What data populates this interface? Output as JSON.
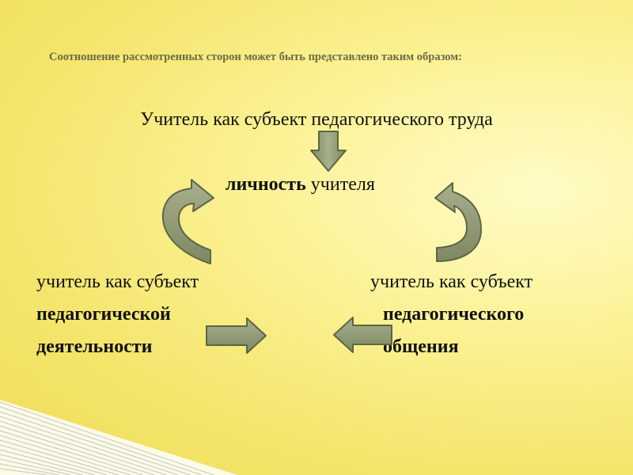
{
  "slide": {
    "heading": "Соотношение рассмотренных сторон может быть представлено таким образом:",
    "center_title": "Учитель как субъект педагогического труда",
    "personality_bold": "личность",
    "personality_rest": " учителя",
    "left_block": {
      "line1": "учитель как субъект",
      "line2": "педагогической",
      "line3": "деятельности"
    },
    "right_block": {
      "line1": "учитель как субъект",
      "line2": "педагогического",
      "line3": "общения"
    }
  },
  "colors": {
    "arrow_fill": "#8f9a74",
    "arrow_stroke": "#5d6547",
    "heading": "#6b6b45"
  },
  "icons": [
    "down-arrow-icon",
    "curved-arrow-left-icon",
    "curved-arrow-right-icon",
    "right-arrow-icon",
    "left-arrow-icon"
  ]
}
